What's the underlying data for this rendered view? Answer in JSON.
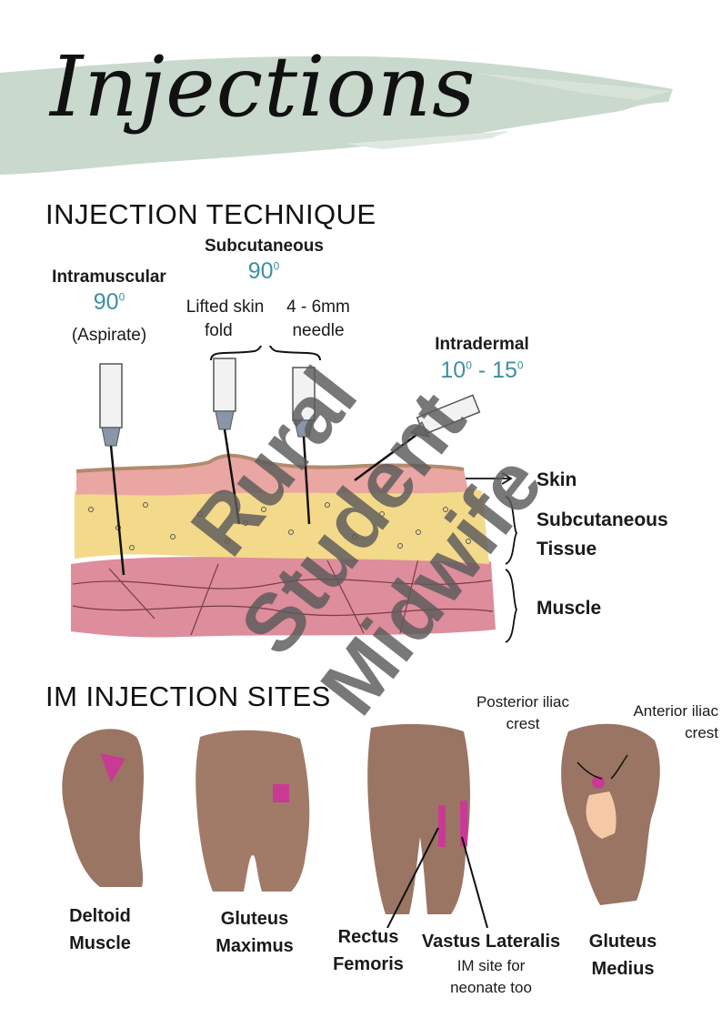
{
  "title": "Injections",
  "technique": {
    "heading": "INJECTION TECHNIQUE",
    "intramuscular": {
      "label": "Intramuscular",
      "angle": "90",
      "deg": "0",
      "note": "(Aspirate)"
    },
    "subcutaneous": {
      "label": "Subcutaneous",
      "angle": "90",
      "deg": "0",
      "note1_line1": "Lifted skin",
      "note1_line2": "fold",
      "note2_line1": "4 - 6mm",
      "note2_line2": "needle"
    },
    "intradermal": {
      "label": "Intradermal",
      "angle_a": "10",
      "angle_sep": " - ",
      "angle_b": "15",
      "deg": "0"
    },
    "layers": {
      "skin": "Skin",
      "subcut_line1": "Subcutaneous",
      "subcut_line2": "Tissue",
      "muscle": "Muscle"
    }
  },
  "sites": {
    "heading": "IM INJECTION SITES",
    "deltoid": {
      "line1": "Deltoid",
      "line2": "Muscle"
    },
    "gluteus_maximus": {
      "line1": "Gluteus",
      "line2": "Maximus"
    },
    "rectus_femoris": {
      "line1": "Rectus",
      "line2": "Femoris"
    },
    "vastus_lateralis": {
      "name": "Vastus Lateralis",
      "note_line1": "IM site for",
      "note_line2": "neonate too"
    },
    "gluteus_medius": {
      "line1": "Gluteus",
      "line2": "Medius",
      "posterior_line1": "Posterior iliac",
      "posterior_line2": "crest",
      "anterior_line1": "Anterior iliac",
      "anterior_line2": "crest"
    }
  },
  "watermark": {
    "line1": "Rural",
    "line2": "Student",
    "line3": "Midwife"
  },
  "colors": {
    "brush": "#c9d9cd",
    "accent": "#3e8fa1",
    "skin_layer": "#e9a6a2",
    "fat_layer": "#f3d98a",
    "muscle_layer": "#dd8d9b",
    "body_tone": "#9a7563",
    "site_mark": "#c93a95",
    "watermark": "#5a5a5a"
  }
}
